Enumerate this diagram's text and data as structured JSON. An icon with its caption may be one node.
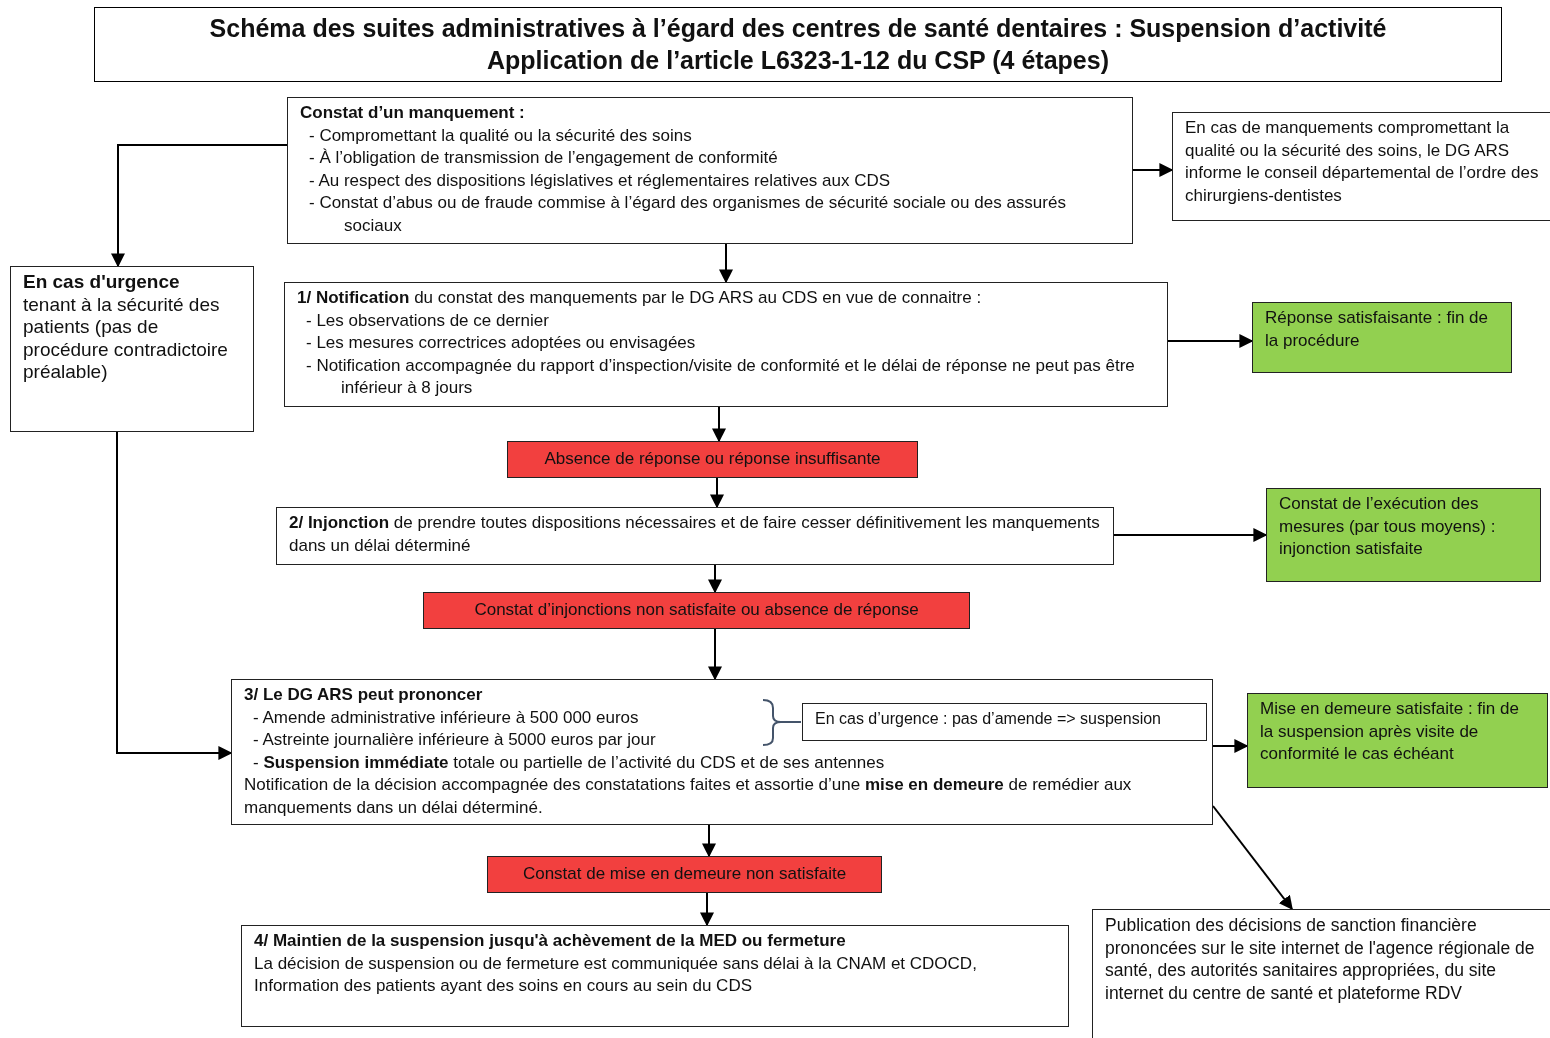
{
  "diagram": {
    "title": "Schéma des suites administratives à l’égard des centres de santé dentaires : Suspension d’activité Application de l’article L6323-1-12 du CSP (4 étapes)",
    "nodes": [
      {
        "text": [
          "Constat d’un manquement :",
          "- Compromettant la qualité ou la sécurité des soins",
          "- À l’obligation de transmission de l’engagement de conformité",
          "- Au respect des dispositions législatives et réglementaires relatives aux CDS",
          "- Constat d’abus ou de fraude commise à l’égard des organismes de sécurité sociale ou des assurés sociaux"
        ]
      },
      {
        "text": [
          "En cas de manquements compromettant la qualité ou la sécurité des soins, le DG ARS informe le conseil départemental de l’ordre des chirurgiens-dentistes"
        ]
      },
      {
        "text": [
          "En cas d'urgence",
          "tenant à la sécurité des patients (pas de procédure contradictoire préalable)"
        ]
      },
      {
        "text": [
          "**1/ Notification** du constat des manquements par le DG ARS au CDS en vue de connaitre :",
          "- Les observations de ce dernier",
          "- Les mesures correctrices adoptées ou envisagées",
          "- Notification accompagnée du rapport d’inspection/visite de conformité et le délai de réponse ne peut pas être inférieur à 8 jours"
        ]
      },
      {
        "text": [
          "Réponse satisfaisante : fin de la procédure"
        ]
      },
      {
        "text": [
          "Absence de réponse ou réponse insuffisante"
        ]
      },
      {
        "text": [
          "**2/ Injonction** de prendre toutes dispositions nécessaires et de faire cesser définitivement les manquements dans un délai déterminé"
        ]
      },
      {
        "text": [
          "Constat de l’exécution des mesures (par tous moyens) : injonction satisfaite"
        ]
      },
      {
        "text": [
          "Constat d’injonctions non satisfaite ou absence de réponse"
        ]
      },
      {
        "text": [
          "3/ Le DG ARS peut prononcer",
          "- Amende administrative inférieure à 500 000 euros",
          "- Astreinte journalière inférieure à 5000 euros par jour",
          "- **Suspension immédiate** totale ou partielle de l’activité du CDS et de ses antennes",
          "Notification de la décision accompagnée des constatations faites et assortie d’une **mise en demeure** de remédier aux manquements dans un délai déterminé."
        ]
      },
      {
        "text": [
          "En cas d’urgence : pas d’amende => suspension"
        ],
        "in": 9
      },
      {
        "text": [
          "Mise en demeure satisfaite : fin de la suspension après visite de conformité le cas échéant"
        ]
      },
      {
        "text": [
          "Constat de mise en demeure non satisfaite"
        ]
      },
      {
        "text": [
          "4/ Maintien de la suspension jusqu'à achèvement de la MED ou fermeture",
          "La décision de suspension ou de fermeture est communiquée sans délai à la CNAM et CDOCD,",
          "Information des patients ayant des soins en cours au sein du CDS"
        ]
      },
      {
        "text": [
          "Publication des décisions de sanction financière prononcées sur le site internet de l'agence régionale de santé, des autorités sanitaires appropriées, du site internet du centre de santé et plateforme RDV"
        ]
      }
    ],
    "edges": [
      {
        "from": 0,
        "to": 1,
        "arrow": "to"
      },
      {
        "from": 0,
        "to": 2,
        "arrow": "to"
      },
      {
        "from": 0,
        "to": 3,
        "arrow": "to"
      },
      {
        "from": 3,
        "to": 4,
        "arrow": "to"
      },
      {
        "from": 3,
        "to": 5,
        "arrow": "to"
      },
      {
        "from": 5,
        "to": 6,
        "arrow": "to"
      },
      {
        "from": 6,
        "to": 7,
        "arrow": "to"
      },
      {
        "from": 6,
        "to": 8,
        "arrow": "to"
      },
      {
        "from": 8,
        "to": 9,
        "arrow": "to"
      },
      {
        "from": 2,
        "to": 9,
        "arrow": "to"
      },
      {
        "from": 9,
        "to": 11,
        "arrow": "to"
      },
      {
        "from": 9,
        "to": 12,
        "arrow": "to"
      },
      {
        "from": 9,
        "to": 14,
        "arrow": "to"
      },
      {
        "from": 12,
        "to": 13,
        "arrow": "to"
      }
    ]
  }
}
